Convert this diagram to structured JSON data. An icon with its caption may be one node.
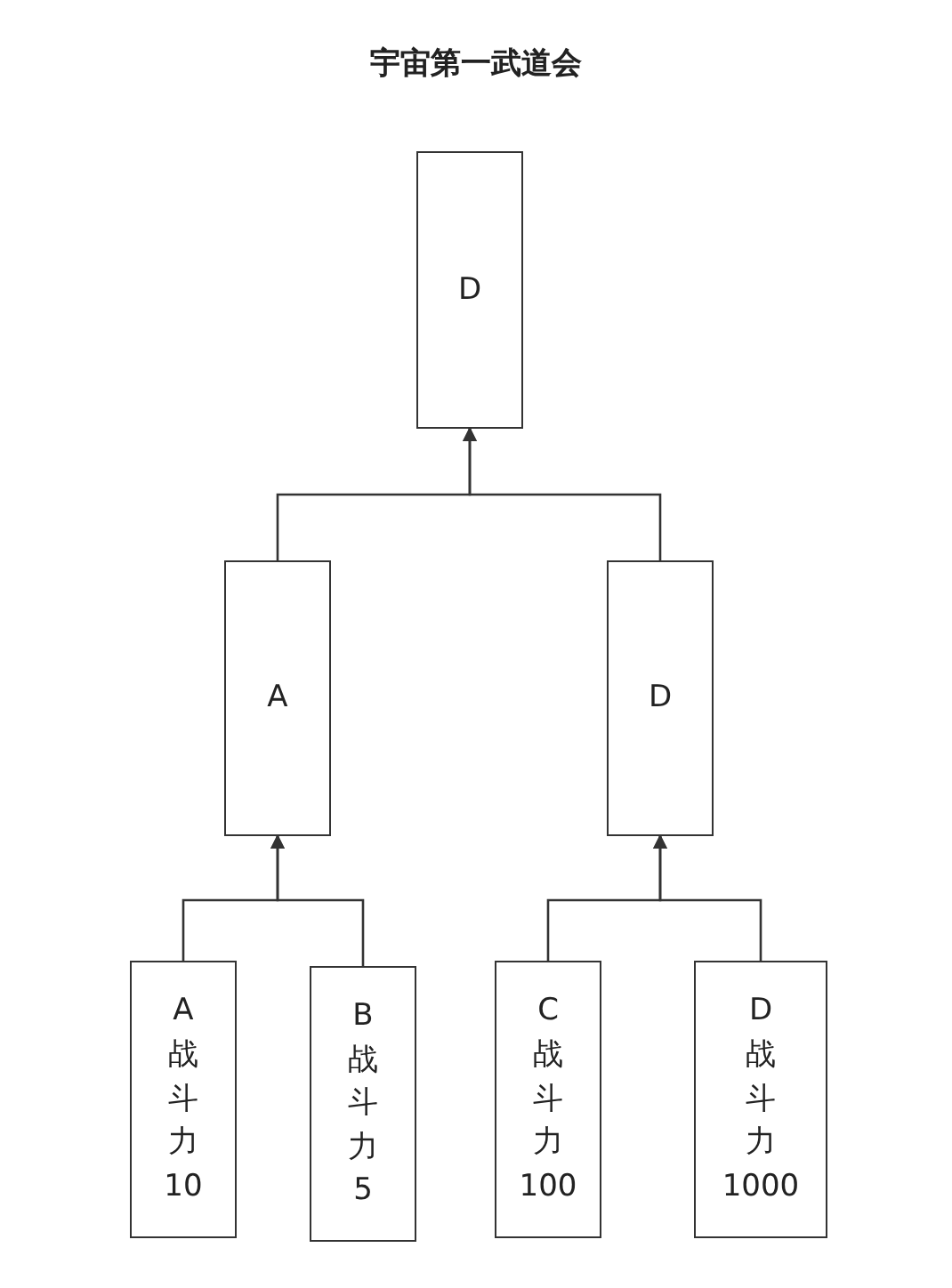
{
  "diagram": {
    "title": "宇宙第一武道会",
    "nodes": [
      {
        "text": [
          "D"
        ]
      },
      {
        "text": [
          "A"
        ]
      },
      {
        "text": [
          "D"
        ]
      },
      {
        "text": [
          "A",
          "战斗力",
          "10"
        ]
      },
      {
        "text": [
          "B",
          "战斗力",
          "5"
        ]
      },
      {
        "text": [
          "C",
          "战斗力",
          "100"
        ]
      },
      {
        "text": [
          "D",
          "战斗力",
          "1000"
        ]
      }
    ],
    "edges": [
      {
        "from": 1,
        "to": 0,
        "arrow": "to"
      },
      {
        "from": 2,
        "to": 0,
        "arrow": "to"
      },
      {
        "from": 3,
        "to": 1,
        "arrow": "to"
      },
      {
        "from": 4,
        "to": 1,
        "arrow": "to"
      },
      {
        "from": 5,
        "to": 2,
        "arrow": "to"
      },
      {
        "from": 6,
        "to": 2,
        "arrow": "to"
      }
    ]
  }
}
